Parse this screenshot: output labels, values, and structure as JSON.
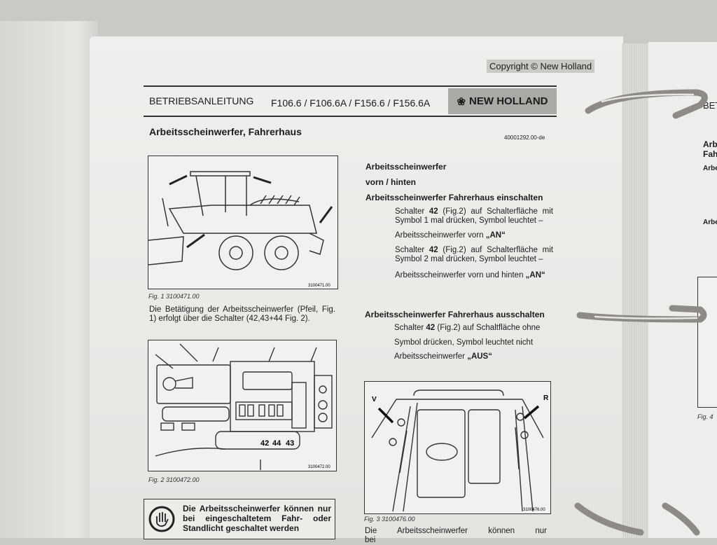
{
  "copyright": "Copyright © New Holland",
  "header": {
    "title": "BETRIEBSANLEITUNG",
    "models": "F106.6 / F106.6A / F156.6 / F156.6A",
    "brand": "NEW HOLLAND"
  },
  "section": {
    "title": "Arbeitsscheinwerfer, Fahrerhaus",
    "doc_number": "40001292.00-de"
  },
  "left_column": {
    "fig1": {
      "code": "3100471.00",
      "caption": "Fig. 1  3100471.00"
    },
    "paragraph": "Die Betätigung der Arbeitsscheinwerfer (Pfeil, Fig. 1) erfolgt über die Schalter (42,43+44 Fig. 2).",
    "fig2": {
      "code": "3100472.00",
      "caption": "Fig. 2   3100472.00",
      "labels": [
        "42",
        "44",
        "43"
      ]
    },
    "warning": "Die Arbeitsscheinwerfer können nur bei eingeschaltetem Fahr- oder Standlicht geschaltet werden"
  },
  "right_column": {
    "heading1": "Arbeitsscheinwerfer",
    "heading2": "vorn / hinten",
    "heading3": "Arbeitsscheinwerfer Fahrerhaus einschalten",
    "step1_a": "Schalter ",
    "step1_num": "42",
    "step1_b": " (Fig.2) auf Schalterfläche mit Symbol 1 mal drücken, Symbol leuchtet –",
    "step1_result": "Arbeitsscheinwerfer vorn ",
    "step1_state": "„AN“",
    "step2_a": "Schalter ",
    "step2_num": "42",
    "step2_b": " (Fig.2) auf Schalterfläche mit Symbol 2 mal drücken, Symbol leuchtet –",
    "step2_result": "Arbeitsscheinwerfer vorn und hinten ",
    "step2_state": "„AN“",
    "heading4": "Arbeitsscheinwerfer Fahrerhaus ausschalten",
    "step3_a": "Schalter ",
    "step3_num": "42",
    "step3_b": " (Fig.2) auf Schaltfläche ohne",
    "step3_c": "Symbol drücken, Symbol leuchtet nicht",
    "step3_result": "Arbeitsscheinwerfer ",
    "step3_state": "„AUS“",
    "fig3": {
      "code": "3100476.00",
      "caption": "Fig. 3     3100476.00",
      "label_v": "V",
      "label_r": "R"
    },
    "last_line": "Die Arbeitsscheinwerfer können nur bei"
  },
  "next_page": {
    "header_fragment": "BET",
    "line1": "Arb",
    "line2": "Fah",
    "line3": "Arbe",
    "line4": "Arbe",
    "fig_caption": "Fig. 4"
  }
}
